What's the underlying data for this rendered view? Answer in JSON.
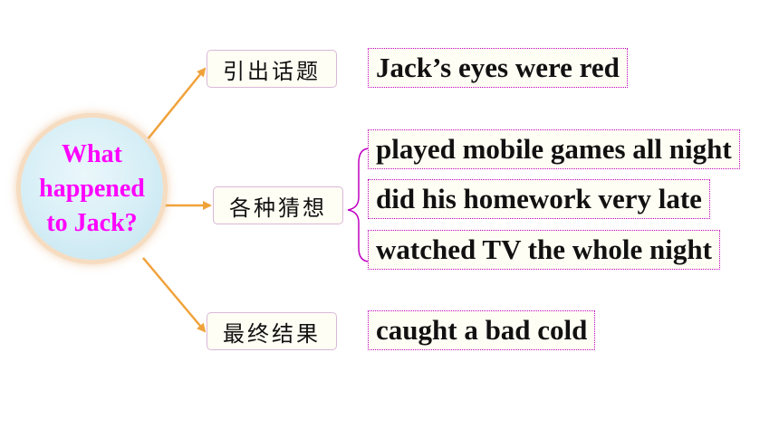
{
  "center": {
    "text": "What\nhappened\nto Jack?"
  },
  "labels": {
    "intro": "引出话题",
    "guesses": "各种猜想",
    "result": "最终结果"
  },
  "boxes": {
    "intro": "Jack’s eyes were red",
    "guess_1": "played mobile games all night",
    "guess_2": "did his homework very late",
    "guess_3": "watched TV the whole night",
    "result": "caught a bad cold"
  },
  "colors": {
    "center_text": "#ff00ff",
    "arrow": "#f0a23a",
    "brace": "#c000c0",
    "box_border": "#c000c0"
  }
}
